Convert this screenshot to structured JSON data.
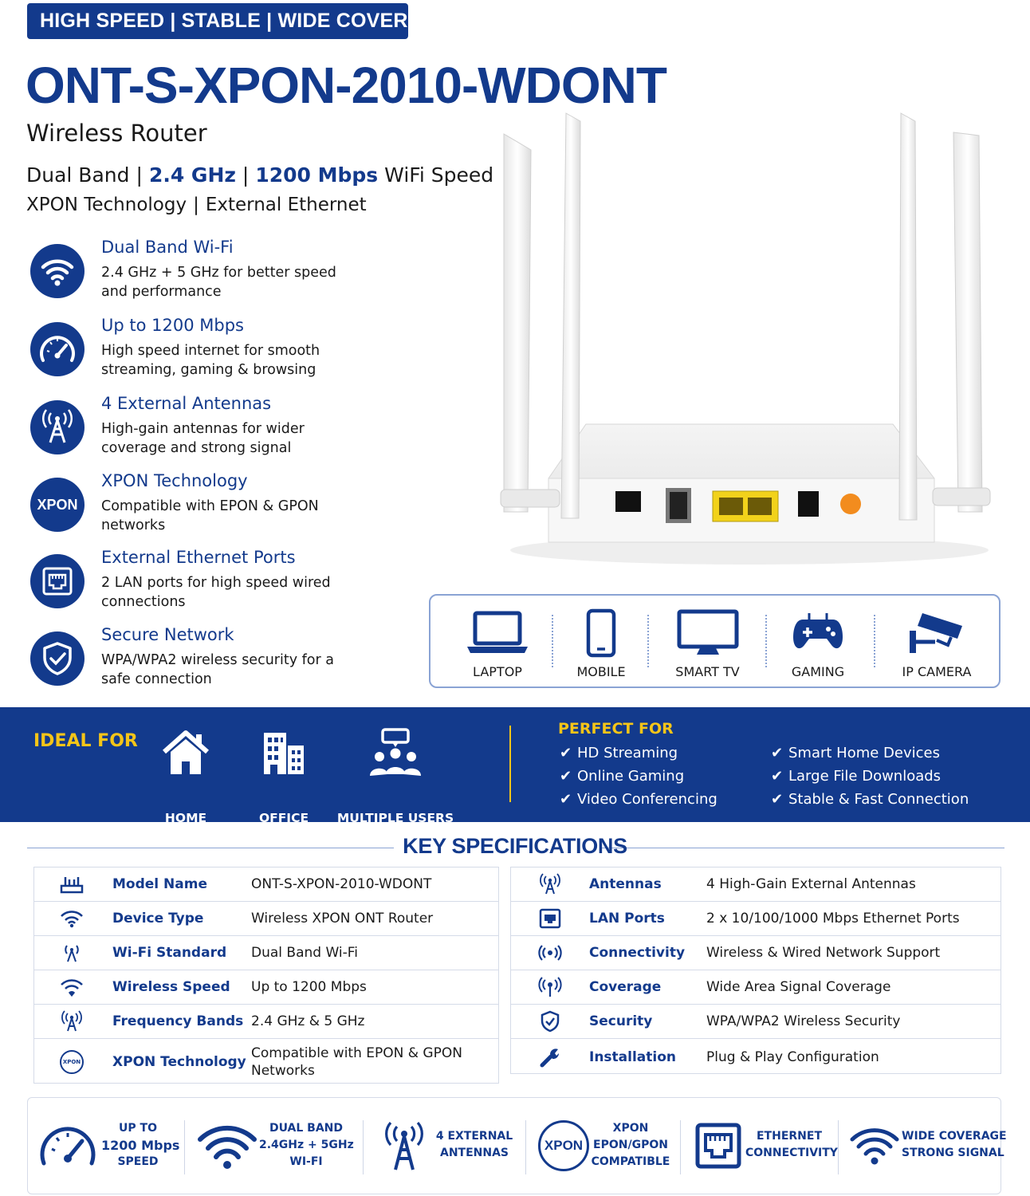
{
  "header": {
    "badge": "HIGH SPEED | STABLE | WIDE COVERAGE",
    "model": "ONT-S-XPON-2010-WDONT",
    "subtitle": "Wireless Router",
    "line1": {
      "dual_band": "Dual Band",
      "freq": "2.4 GHz",
      "speed": "1200 Mbps",
      "speed_suffix": "WiFi Speed",
      "separator": "|"
    },
    "line2": {
      "xpon": "XPON Technology",
      "ethernet": "External Ethernet",
      "separator": "|"
    }
  },
  "features": [
    {
      "icon": "wifi-icon",
      "title": "Dual Band Wi-Fi",
      "desc": "2.4 GHz + 5 GHz for better speed and performance"
    },
    {
      "icon": "speedometer-icon",
      "title": "Up to 1200 Mbps",
      "desc": "High speed internet for smooth streaming, gaming & browsing"
    },
    {
      "icon": "antenna-tower-icon",
      "title": "4 External Antennas",
      "desc": "High-gain antennas for wider coverage and strong signal"
    },
    {
      "icon": "xpon-icon",
      "icon_text": "XPON",
      "title": "XPON Technology",
      "desc": "Compatible with EPON & GPON networks"
    },
    {
      "icon": "ethernet-port-icon",
      "title": "External Ethernet Ports",
      "desc": "2 LAN ports for high speed wired connections"
    },
    {
      "icon": "shield-check-icon",
      "title": "Secure Network",
      "desc": "WPA/WPA2 wireless security for a safe connection"
    }
  ],
  "devices": [
    {
      "icon": "laptop-icon",
      "label": "LAPTOP"
    },
    {
      "icon": "mobile-icon",
      "label": "MOBILE"
    },
    {
      "icon": "smart-tv-icon",
      "label": "SMART TV"
    },
    {
      "icon": "gamepad-icon",
      "label": "GAMING"
    },
    {
      "icon": "ip-camera-icon",
      "label": "IP CAMERA"
    }
  ],
  "ideal_for": {
    "heading": "IDEAL FOR",
    "items": [
      {
        "icon": "home-icon",
        "label": "HOME"
      },
      {
        "icon": "office-building-icon",
        "label": "OFFICE"
      },
      {
        "icon": "multiple-users-icon",
        "label": "MULTIPLE USERS"
      }
    ]
  },
  "perfect_for": {
    "heading": "PERFECT FOR",
    "left": [
      "HD Streaming",
      "Online Gaming",
      "Video Conferencing"
    ],
    "right": [
      "Smart Home Devices",
      "Large File Downloads",
      "Stable & Fast Connection"
    ],
    "check": "✔"
  },
  "key_specs": {
    "heading": "KEY SPECIFICATIONS",
    "left": [
      {
        "icon": "router-icon",
        "key": "Model Name",
        "value": "ONT-S-XPON-2010-WDONT"
      },
      {
        "icon": "wifi-icon",
        "key": "Device Type",
        "value": "Wireless XPON ONT Router"
      },
      {
        "icon": "wifi-signal-icon",
        "key": "Wi-Fi Standard",
        "value": "Dual Band Wi-Fi"
      },
      {
        "icon": "wireless-speed-icon",
        "key": "Wireless Speed",
        "value": "Up to 1200 Mbps"
      },
      {
        "icon": "antenna-icon",
        "key": "Frequency Bands",
        "value": "2.4 GHz & 5 GHz"
      },
      {
        "icon": "xpon-icon",
        "icon_text": "XPON",
        "key": "XPON Technology",
        "value": "Compatible with EPON & GPON Networks"
      }
    ],
    "right": [
      {
        "icon": "antenna-tower-icon",
        "key": "Antennas",
        "value": "4 High-Gain External Antennas"
      },
      {
        "icon": "lan-port-icon",
        "key": "LAN Ports",
        "value": "2 x 10/100/1000 Mbps Ethernet Ports"
      },
      {
        "icon": "connectivity-icon",
        "key": "Connectivity",
        "value": "Wireless & Wired Network Support"
      },
      {
        "icon": "coverage-icon",
        "key": "Coverage",
        "value": "Wide Area Signal Coverage"
      },
      {
        "icon": "shield-check-icon",
        "key": "Security",
        "value": "WPA/WPA2 Wireless Security"
      },
      {
        "icon": "wrench-icon",
        "key": "Installation",
        "value": "Plug & Play Configuration"
      }
    ]
  },
  "bottom": [
    {
      "icon": "speedometer-icon",
      "lines": [
        "UP TO",
        "1200 Mbps",
        "SPEED"
      ]
    },
    {
      "icon": "wifi-icon",
      "lines": [
        "DUAL BAND",
        "2.4GHz + 5GHz",
        "WI-FI"
      ]
    },
    {
      "icon": "antenna-tower-icon",
      "lines": [
        "4 EXTERNAL",
        "ANTENNAS"
      ]
    },
    {
      "icon": "xpon-icon",
      "icon_text": "XPON",
      "lines": [
        "XPON",
        "EPON/GPON",
        "COMPATIBLE"
      ]
    },
    {
      "icon": "ethernet-port-icon",
      "lines": [
        "ETHERNET",
        "CONNECTIVITY"
      ]
    },
    {
      "icon": "wide-coverage-icon",
      "lines": [
        "WIDE COVERAGE",
        "STRONG SIGNAL"
      ]
    }
  ],
  "colors": {
    "navy": "#133a8c",
    "yellow": "#f5c518",
    "orange": "#f28c1e",
    "port_yellow": "#f2d21b"
  }
}
